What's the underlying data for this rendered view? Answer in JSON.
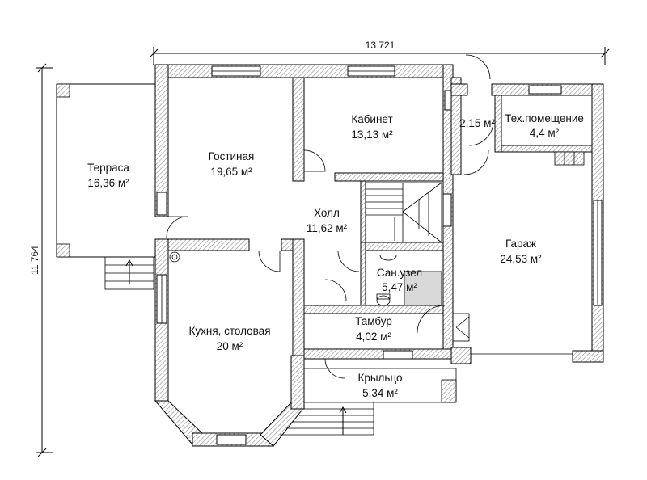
{
  "dimensions": {
    "width": "13 721",
    "height": "11 764"
  },
  "rooms": {
    "terrace": {
      "name": "Терраса",
      "area": "16,36 м²"
    },
    "living": {
      "name": "Гостиная",
      "area": "19,65 м²"
    },
    "study": {
      "name": "Кабинет",
      "area": "13,13 м²"
    },
    "small_room": {
      "area": "2,15 м²"
    },
    "utility": {
      "name": "Тех.помещение",
      "area": "4,4 м²"
    },
    "hall": {
      "name": "Холл",
      "area": "11,62 м²"
    },
    "garage": {
      "name": "Гараж",
      "area": "24,53 м²"
    },
    "bathroom": {
      "name": "Сан.узел",
      "area": "5,47 м²"
    },
    "kitchen": {
      "name": "Кухня, столовая",
      "area": "20 м²"
    },
    "vestibule": {
      "name": "Тамбур",
      "area": "4,02 м²"
    },
    "porch": {
      "name": "Крыльцо",
      "area": "5,34 м²"
    }
  },
  "colors": {
    "line": "#000000",
    "wall_hatch": "#9a9a9a",
    "bath_fill": "#d9d9d9"
  }
}
